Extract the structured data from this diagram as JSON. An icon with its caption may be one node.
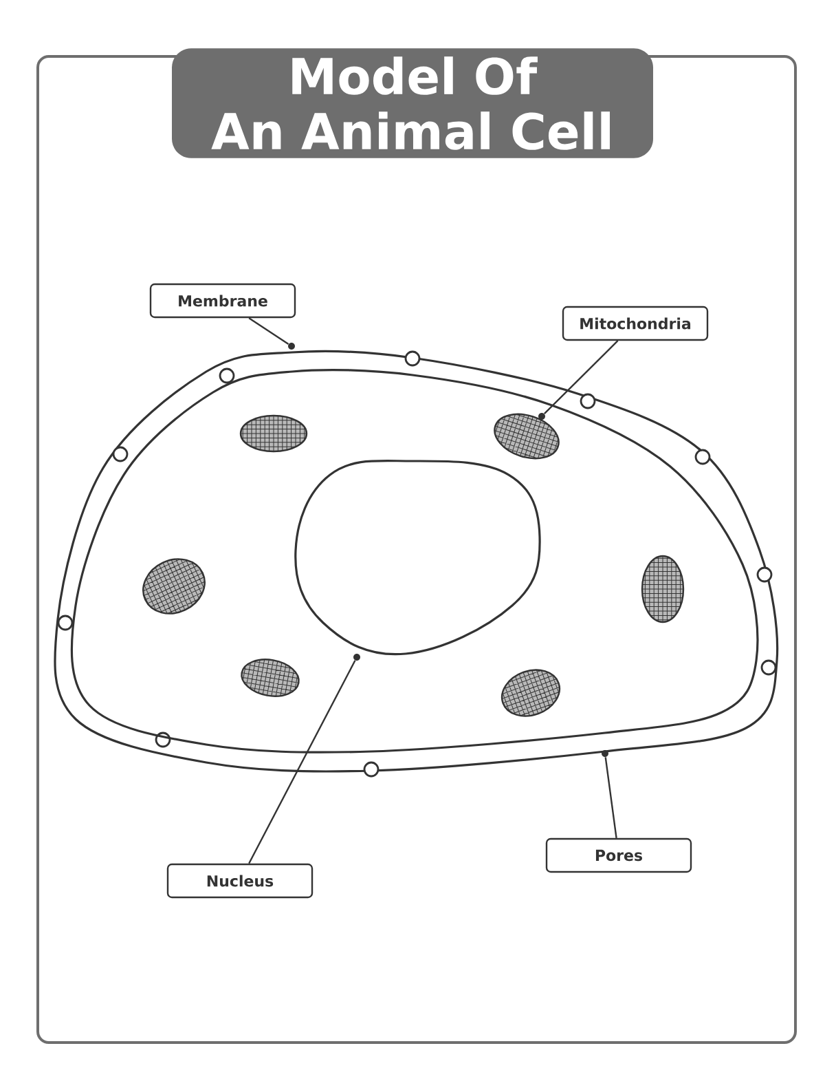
{
  "diagram": {
    "title": "Model Of An Animal Cell",
    "nodes": [
      {
        "text": [
          "Membrane"
        ]
      },
      {
        "text": [
          "Mitochondria"
        ]
      },
      {
        "text": [
          "Nucleus"
        ]
      },
      {
        "text": [
          "Pores"
        ]
      },
      {
        "text": [],
        "shape": "circle"
      },
      {
        "text": [],
        "shape": "circle"
      },
      {
        "text": [],
        "shape": "circle"
      },
      {
        "text": [],
        "shape": "circle"
      }
    ],
    "edges": [
      {
        "from": 0,
        "to": 4,
        "arrow": "none"
      },
      {
        "from": 1,
        "to": 5,
        "arrow": "none"
      },
      {
        "from": 2,
        "to": 6,
        "arrow": "none"
      },
      {
        "from": 3,
        "to": 7,
        "arrow": "none"
      }
    ]
  }
}
